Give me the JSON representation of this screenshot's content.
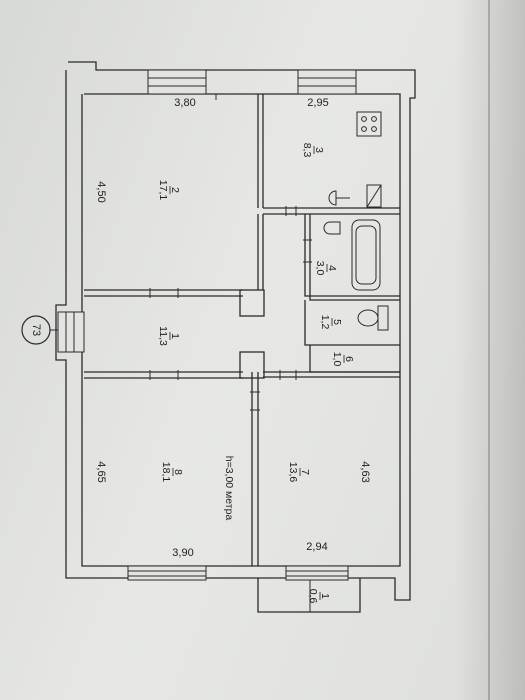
{
  "plan": {
    "building_number": "73",
    "ceiling_height": "h=3,00 метра",
    "dimensions": {
      "top_left": "3,80",
      "top_right": "2,95",
      "left_upper": "4,50",
      "left_lower": "4,65",
      "bottom_left": "3,90",
      "bottom_right": "2,94",
      "right_lower": "4,63"
    },
    "rooms": [
      {
        "number": "1",
        "area": "11,3"
      },
      {
        "number": "2",
        "area": "17,1"
      },
      {
        "number": "3",
        "area": "8,3"
      },
      {
        "number": "4",
        "area": "3,0"
      },
      {
        "number": "5",
        "area": "1,2"
      },
      {
        "number": "6",
        "area": "1,0"
      },
      {
        "number": "7",
        "area": "13,6"
      },
      {
        "number": "8",
        "area": "18,1"
      },
      {
        "number": "1",
        "area": "0,6"
      }
    ]
  },
  "colors": {
    "paper": "#e3e4e1",
    "ink": "#1e1e1e",
    "background": "#3a3d40"
  }
}
